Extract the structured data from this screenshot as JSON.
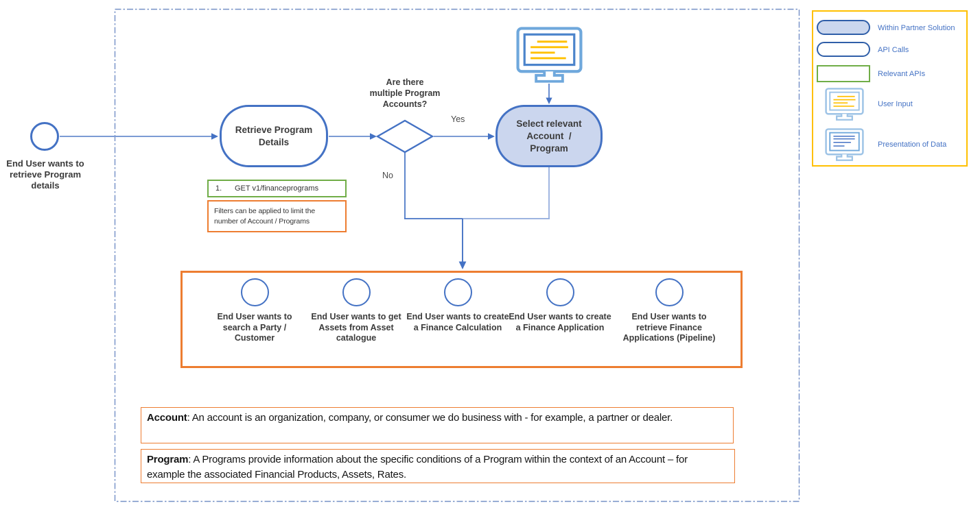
{
  "diagram": {
    "start": {
      "label": "End User wants to retrieve Program details"
    },
    "retrieve": {
      "label": "Retrieve Program Details"
    },
    "api_box": {
      "number": "1.",
      "endpoint": "GET v1/financeprograms"
    },
    "filters_note": "Filters can be applied to limit the number of Account / Programs",
    "decision": {
      "question_lines": [
        "Are there",
        "multiple Program",
        "Accounts?"
      ],
      "yes": "Yes",
      "no": "No"
    },
    "select": {
      "label_lines": [
        "Select relevant",
        "Account  /",
        "Program"
      ]
    },
    "next_steps": [
      {
        "label": "End User wants to search a Party / Customer"
      },
      {
        "label": "End User wants to get Assets from Asset catalogue"
      },
      {
        "label": "End User wants to create a Finance Calculation"
      },
      {
        "label": "End User wants to create a Finance Application"
      },
      {
        "label": "End User wants to retrieve Finance Applications (Pipeline)"
      }
    ],
    "definitions": [
      {
        "term": "Account",
        "rest": ": An account is an organization, company, or consumer we do business with - for example, a partner or dealer."
      },
      {
        "term": "Program",
        "rest": ": A Programs provide information about the specific conditions of a Program within the context of an Account – for example the associated Financial Products, Assets, Rates."
      }
    ]
  },
  "legend": {
    "items": [
      {
        "label": "Within Partner Solution"
      },
      {
        "label": "API Calls"
      },
      {
        "label": "Relevant APIs"
      },
      {
        "label": "User Input"
      },
      {
        "label": "Presentation of Data"
      }
    ]
  },
  "colors": {
    "node_blue": "#4472C4",
    "light_line_blue": "#8FAADC",
    "select_fill": "#CBD6EE",
    "api_green": "#70AD47",
    "orange": "#ED7D31",
    "legend_gold": "#FFC000",
    "monitor_light_blue": "#9DC3E6",
    "text_dark": "#3B3B3B"
  }
}
